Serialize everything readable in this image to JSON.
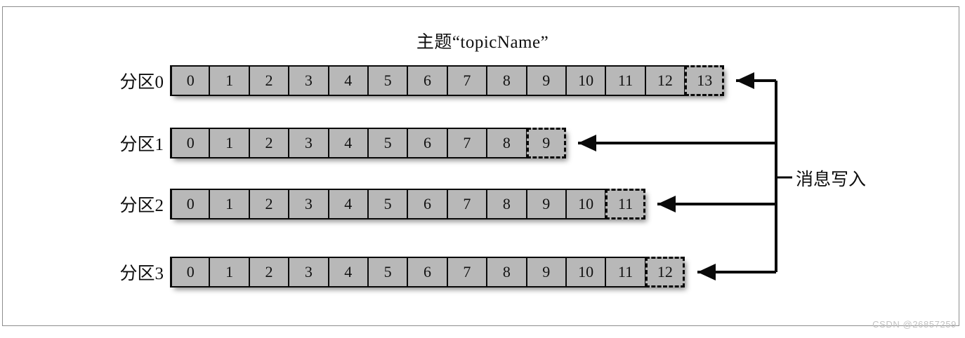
{
  "diagram": {
    "title": "主题“topicName”",
    "write_label": "消息写入",
    "watermark": "CSDN @26857259",
    "colors": {
      "cell_fill": "#b8b8b8",
      "stroke": "#0a0a0a",
      "frame": "#8d8d8d",
      "watermark": "#c2c2c2",
      "background": "#ffffff"
    },
    "partitions": [
      {
        "label": "分区0",
        "cells": [
          "0",
          "1",
          "2",
          "3",
          "4",
          "5",
          "6",
          "7",
          "8",
          "9",
          "10",
          "11",
          "12",
          "13"
        ],
        "pending_cell": "13"
      },
      {
        "label": "分区1",
        "cells": [
          "0",
          "1",
          "2",
          "3",
          "4",
          "5",
          "6",
          "7",
          "8",
          "9"
        ],
        "pending_cell": "9"
      },
      {
        "label": "分区2",
        "cells": [
          "0",
          "1",
          "2",
          "3",
          "4",
          "5",
          "6",
          "7",
          "8",
          "9",
          "10",
          "11"
        ],
        "pending_cell": "11"
      },
      {
        "label": "分区3",
        "cells": [
          "0",
          "1",
          "2",
          "3",
          "4",
          "5",
          "6",
          "7",
          "8",
          "9",
          "10",
          "11",
          "12"
        ],
        "pending_cell": "12"
      }
    ]
  }
}
